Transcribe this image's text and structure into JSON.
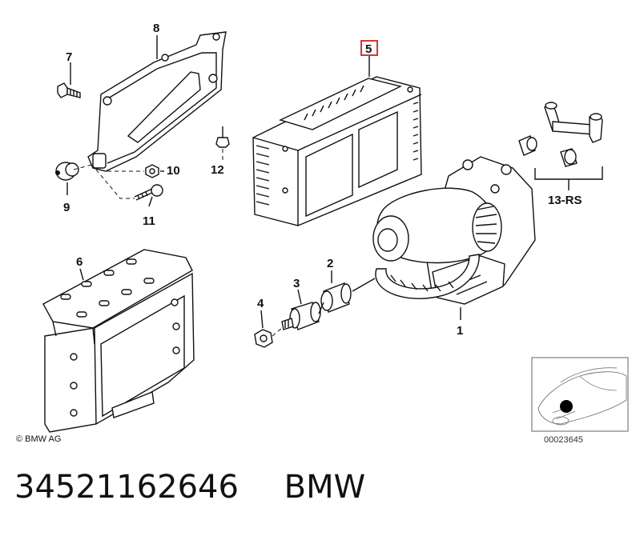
{
  "callouts": {
    "c1": "1",
    "c2": "2",
    "c3": "3",
    "c4": "4",
    "c5": "5",
    "c6": "6",
    "c7": "7",
    "c8": "8",
    "c9": "9",
    "c10": "10",
    "c11": "11",
    "c12": "12",
    "c13": "13-RS"
  },
  "copyright": "© BMW AG",
  "reference_code": "00023645",
  "part_number": "34521162646",
  "brand": "BMW",
  "colors": {
    "highlight_box": "#cc2222",
    "line": "#111111"
  }
}
